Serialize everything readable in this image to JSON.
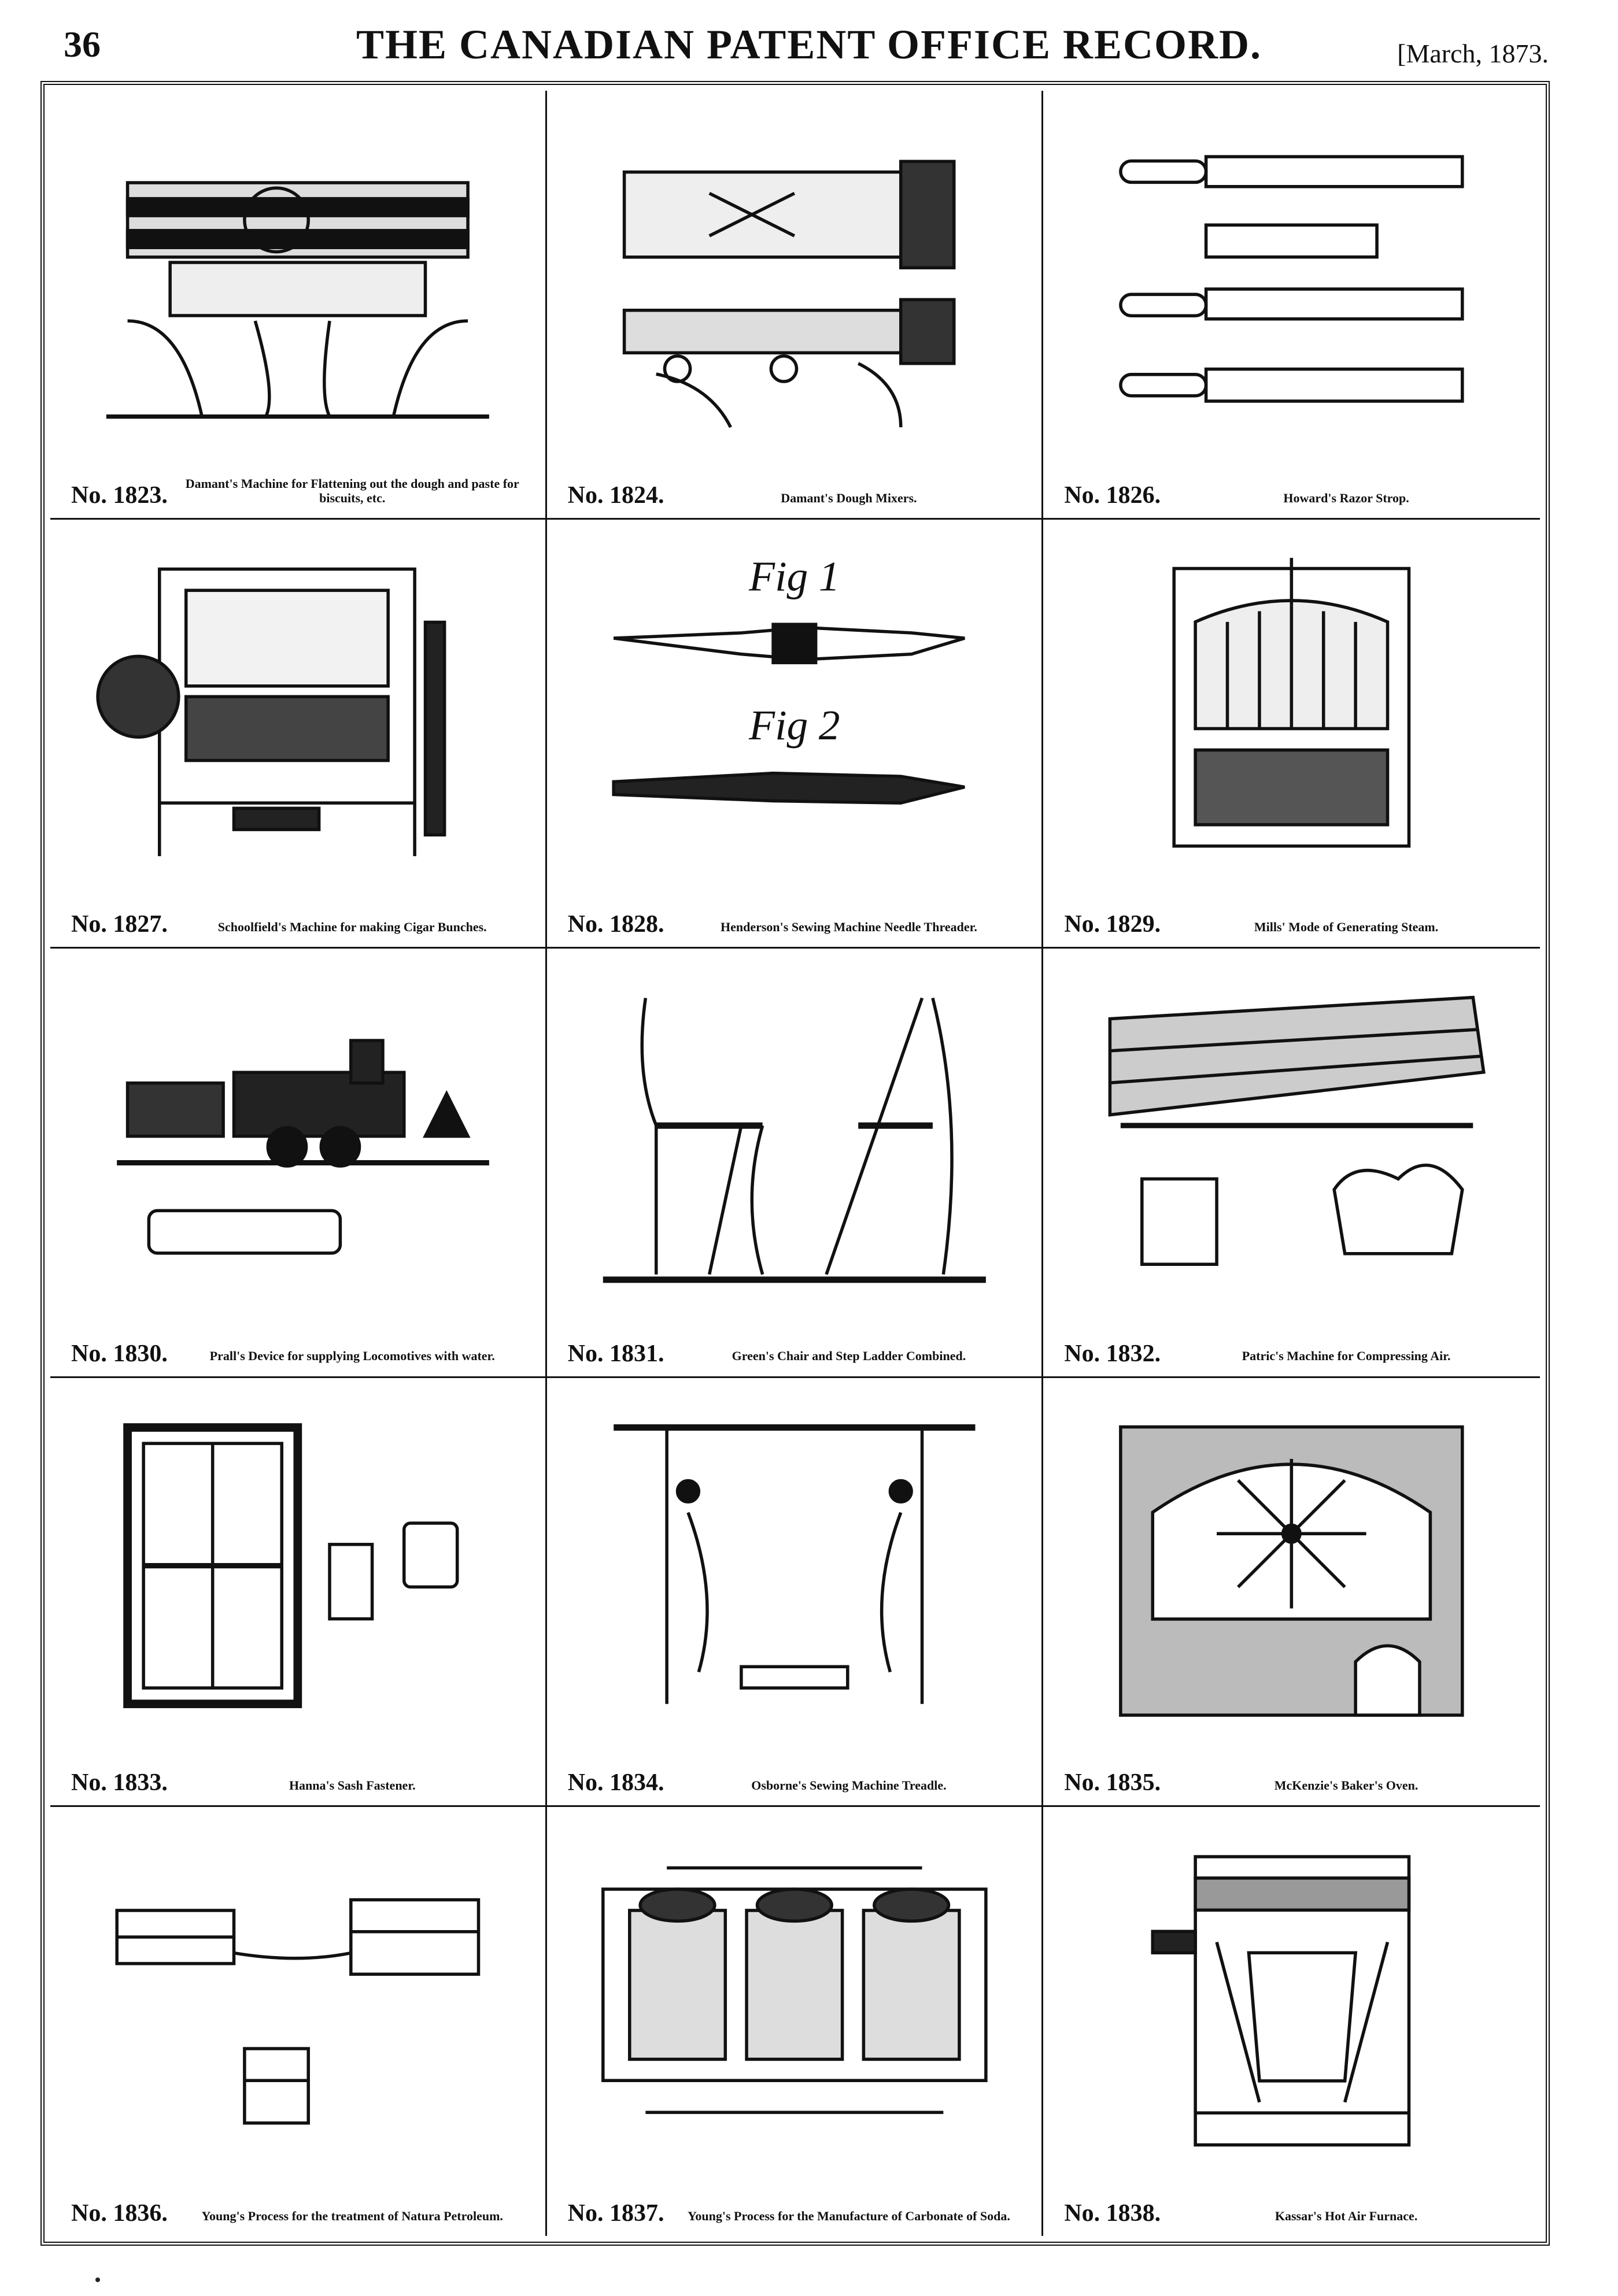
{
  "header": {
    "page_number": "36",
    "title": "THE CANADIAN PATENT OFFICE RECORD.",
    "date": "[March, 1873."
  },
  "patents": [
    {
      "number": "No. 1823.",
      "description": "Damant's Machine for Flattening out the dough and paste for biscuits, etc."
    },
    {
      "number": "No. 1824.",
      "description": "Damant's Dough Mixers."
    },
    {
      "number": "No. 1826.",
      "description": "Howard's Razor Strop."
    },
    {
      "number": "No. 1827.",
      "description": "Schoolfield's Machine for making Cigar Bunches."
    },
    {
      "number": "No. 1828.",
      "description": "Henderson's Sewing Machine Needle Threader."
    },
    {
      "number": "No. 1829.",
      "description": "Mills' Mode of Generating Steam."
    },
    {
      "number": "No. 1830.",
      "description": "Prall's Device for supplying Locomotives with water."
    },
    {
      "number": "No. 1831.",
      "description": "Green's Chair and Step Ladder Combined."
    },
    {
      "number": "No. 1832.",
      "description": "Patric's Machine for Compressing Air."
    },
    {
      "number": "No. 1833.",
      "description": "Hanna's Sash Fastener."
    },
    {
      "number": "No. 1834.",
      "description": "Osborne's Sewing Machine Treadle."
    },
    {
      "number": "No. 1835.",
      "description": "McKenzie's Baker's Oven."
    },
    {
      "number": "No. 1836.",
      "description": "Young's Process for the treatment of Natura Petroleum."
    },
    {
      "number": "No. 1837.",
      "description": "Young's Process for the Manufacture of Carbonate of Soda."
    },
    {
      "number": "No. 1838.",
      "description": "Kassar's Hot Air Furnace."
    }
  ],
  "figure_labels": {
    "fig1": "Fig 1",
    "fig2": "Fig 2"
  }
}
